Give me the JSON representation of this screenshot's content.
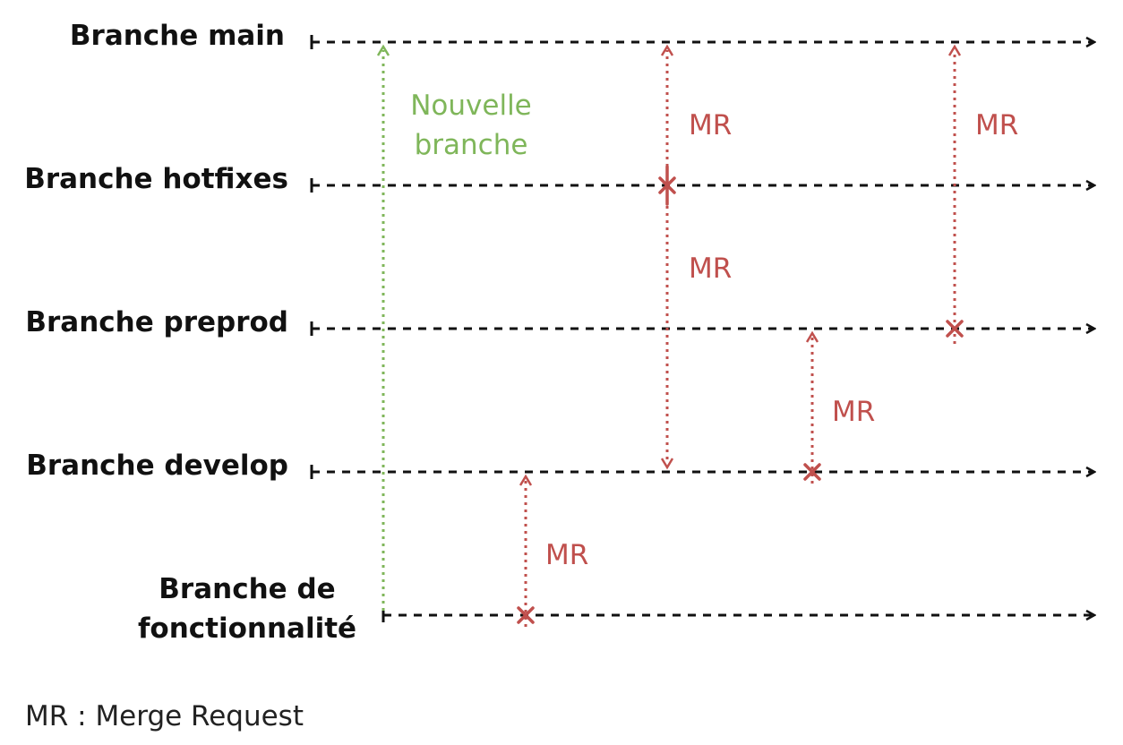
{
  "branches": [
    {
      "id": "main",
      "label": "Branche main"
    },
    {
      "id": "hotfixes",
      "label": "Branche hotfixes"
    },
    {
      "id": "preprod",
      "label": "Branche preprod"
    },
    {
      "id": "develop",
      "label": "Branche develop"
    },
    {
      "id": "feature",
      "label_line1": "Branche de",
      "label_line2": "fonctionnalité"
    }
  ],
  "new_branch": {
    "label_line1": "Nouvelle",
    "label_line2": "branche",
    "color": "#7fb65a"
  },
  "merge_requests": [
    {
      "label": "MR",
      "from": "feature",
      "to": "develop"
    },
    {
      "label": "MR",
      "from": "develop",
      "to": "preprod"
    },
    {
      "label": "MR",
      "from": "hotfixes",
      "to": "main"
    },
    {
      "label": "MR",
      "from": "hotfixes",
      "to": "develop"
    },
    {
      "label": "MR",
      "from": "preprod",
      "to": "main"
    }
  ],
  "legend": "MR : Merge Request",
  "colors": {
    "line": "#111111",
    "merge": "#c0504d",
    "new_branch": "#7fb65a"
  }
}
